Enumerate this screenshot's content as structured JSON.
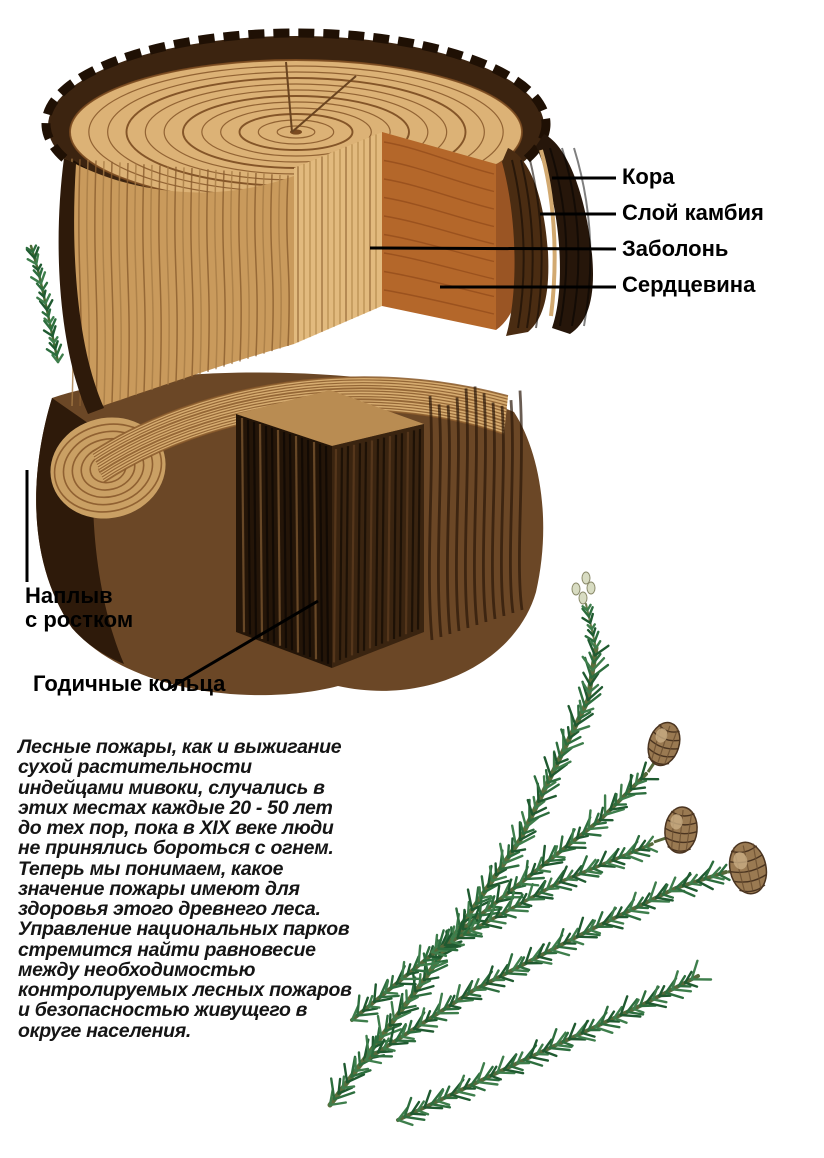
{
  "illustration": {
    "labels": {
      "bark": "Кора",
      "cambium_layer": "Слой камбия",
      "sapwood": "Заболонь",
      "heartwood": "Сердцевина",
      "burl_line1": "Наплыв",
      "burl_line2": "с ростком",
      "annual_rings": "Годичные кольца"
    },
    "colors": {
      "bark_dark": "#2e1a0a",
      "bark_mid": "#6b4726",
      "wood_light": "#dcb276",
      "wood_mid": "#c99a5c",
      "heartwood_orange": "#b4672a",
      "ring_line": "#8a5a2c",
      "needle_green": "#2d6e3e",
      "needle_green_dark": "#1f5a30",
      "cone_brown": "#9a7a52"
    }
  },
  "caption": {
    "text": "Лесные пожары, как и выжигание сухой растительности индейцами мивоки, случались в этих местах каждые 20 - 50 лет до тех пор, пока в XIX веке люди не принялись бороться с огнем. Теперь мы понимаем, какое значение пожары имеют для здоровья этого древнего леса. Управление национальных парков стремится найти равновесие между необходимостью контролируемых лесных пожаров и безопасностью живущего в округе населения."
  }
}
